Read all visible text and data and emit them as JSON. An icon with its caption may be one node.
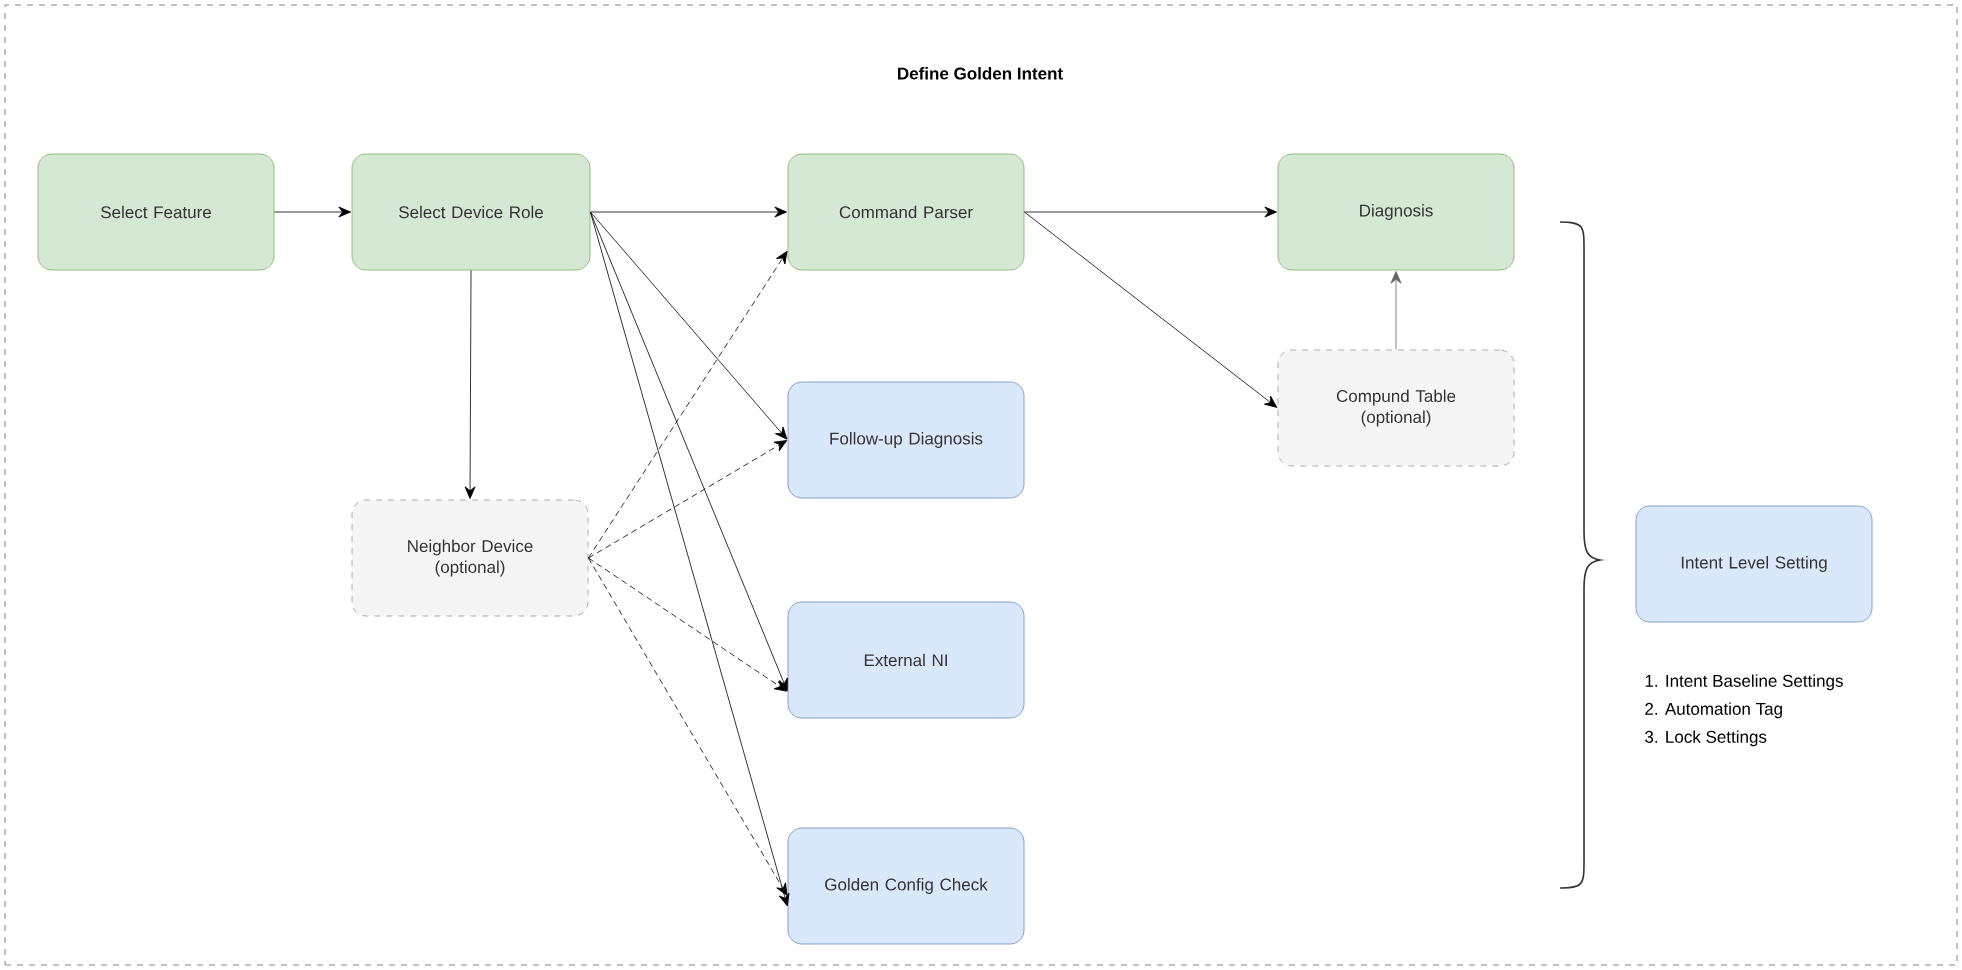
{
  "diagram": {
    "nodes": [
      {
        "text": [
          "Define Golden Intent"
        ]
      },
      {
        "text": [
          "Select Feature"
        ],
        "in": 0
      },
      {
        "text": [
          "Select Device Role"
        ],
        "in": 0
      },
      {
        "text": [
          "Command Parser"
        ],
        "in": 0
      },
      {
        "text": [
          "Diagnosis"
        ],
        "in": 0
      },
      {
        "text": [
          "Neighbor Device (optional)"
        ],
        "in": 0
      },
      {
        "text": [
          "Follow-up Diagnosis"
        ],
        "in": 0
      },
      {
        "text": [
          "External NI"
        ],
        "in": 0
      },
      {
        "text": [
          "Golden Config Check"
        ],
        "in": 0
      },
      {
        "text": [
          "Compund Table (optional)"
        ],
        "in": 0
      },
      {
        "text": [
          "Intent Level Setting"
        ],
        "in": 0,
        "beside": [
          "1. Intent Baseline Settings",
          "2. Automation Tag",
          "3. Lock Settings"
        ]
      }
    ],
    "edges": [
      {
        "from": 1,
        "to": 2,
        "arrow": "to"
      },
      {
        "from": 2,
        "to": 3,
        "arrow": "to"
      },
      {
        "from": 2,
        "to": 5,
        "arrow": "to"
      },
      {
        "from": 2,
        "to": 6,
        "arrow": "to"
      },
      {
        "from": 2,
        "to": 7,
        "arrow": "to"
      },
      {
        "from": 2,
        "to": 8,
        "arrow": "to"
      },
      {
        "from": 5,
        "to": 3,
        "arrow": "to",
        "style": "dashed"
      },
      {
        "from": 5,
        "to": 6,
        "arrow": "to",
        "style": "dashed"
      },
      {
        "from": 5,
        "to": 7,
        "arrow": "to",
        "style": "dashed"
      },
      {
        "from": 5,
        "to": 8,
        "arrow": "to",
        "style": "dashed"
      },
      {
        "from": 3,
        "to": 4,
        "arrow": "to"
      },
      {
        "from": 3,
        "to": 9,
        "arrow": "to"
      },
      {
        "from": 9,
        "to": 4,
        "arrow": "to",
        "color": "#666666"
      }
    ]
  }
}
